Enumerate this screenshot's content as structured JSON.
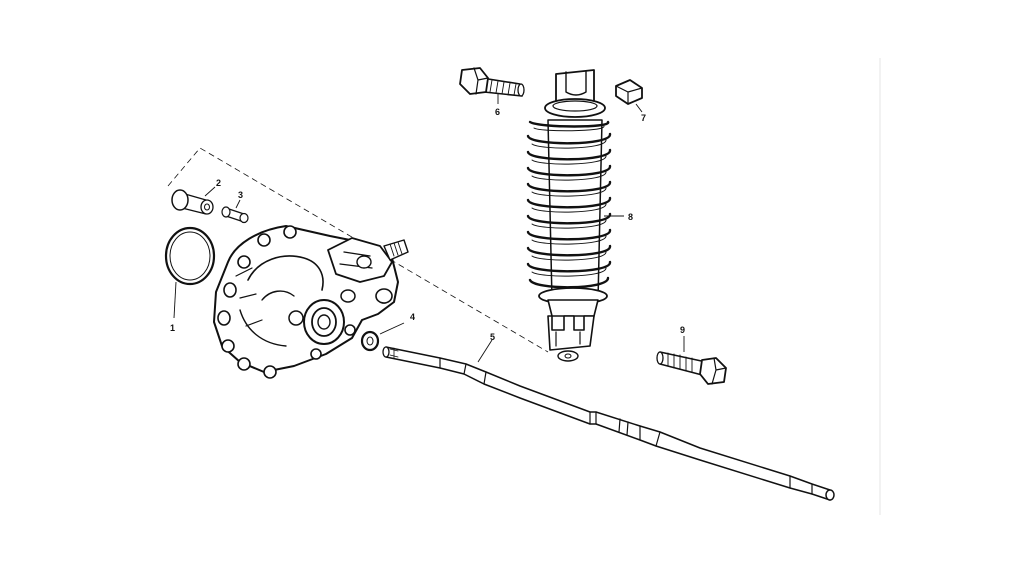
{
  "callouts": [
    {
      "id": "1",
      "label": "1"
    },
    {
      "id": "2",
      "label": "2"
    },
    {
      "id": "3",
      "label": "3"
    },
    {
      "id": "4",
      "label": "4"
    },
    {
      "id": "5",
      "label": "5"
    },
    {
      "id": "6",
      "label": "6"
    },
    {
      "id": "7",
      "label": "7"
    },
    {
      "id": "8",
      "label": "8"
    },
    {
      "id": "9",
      "label": "9"
    }
  ],
  "colors": {
    "ink": "#111111",
    "background": "#ffffff"
  }
}
